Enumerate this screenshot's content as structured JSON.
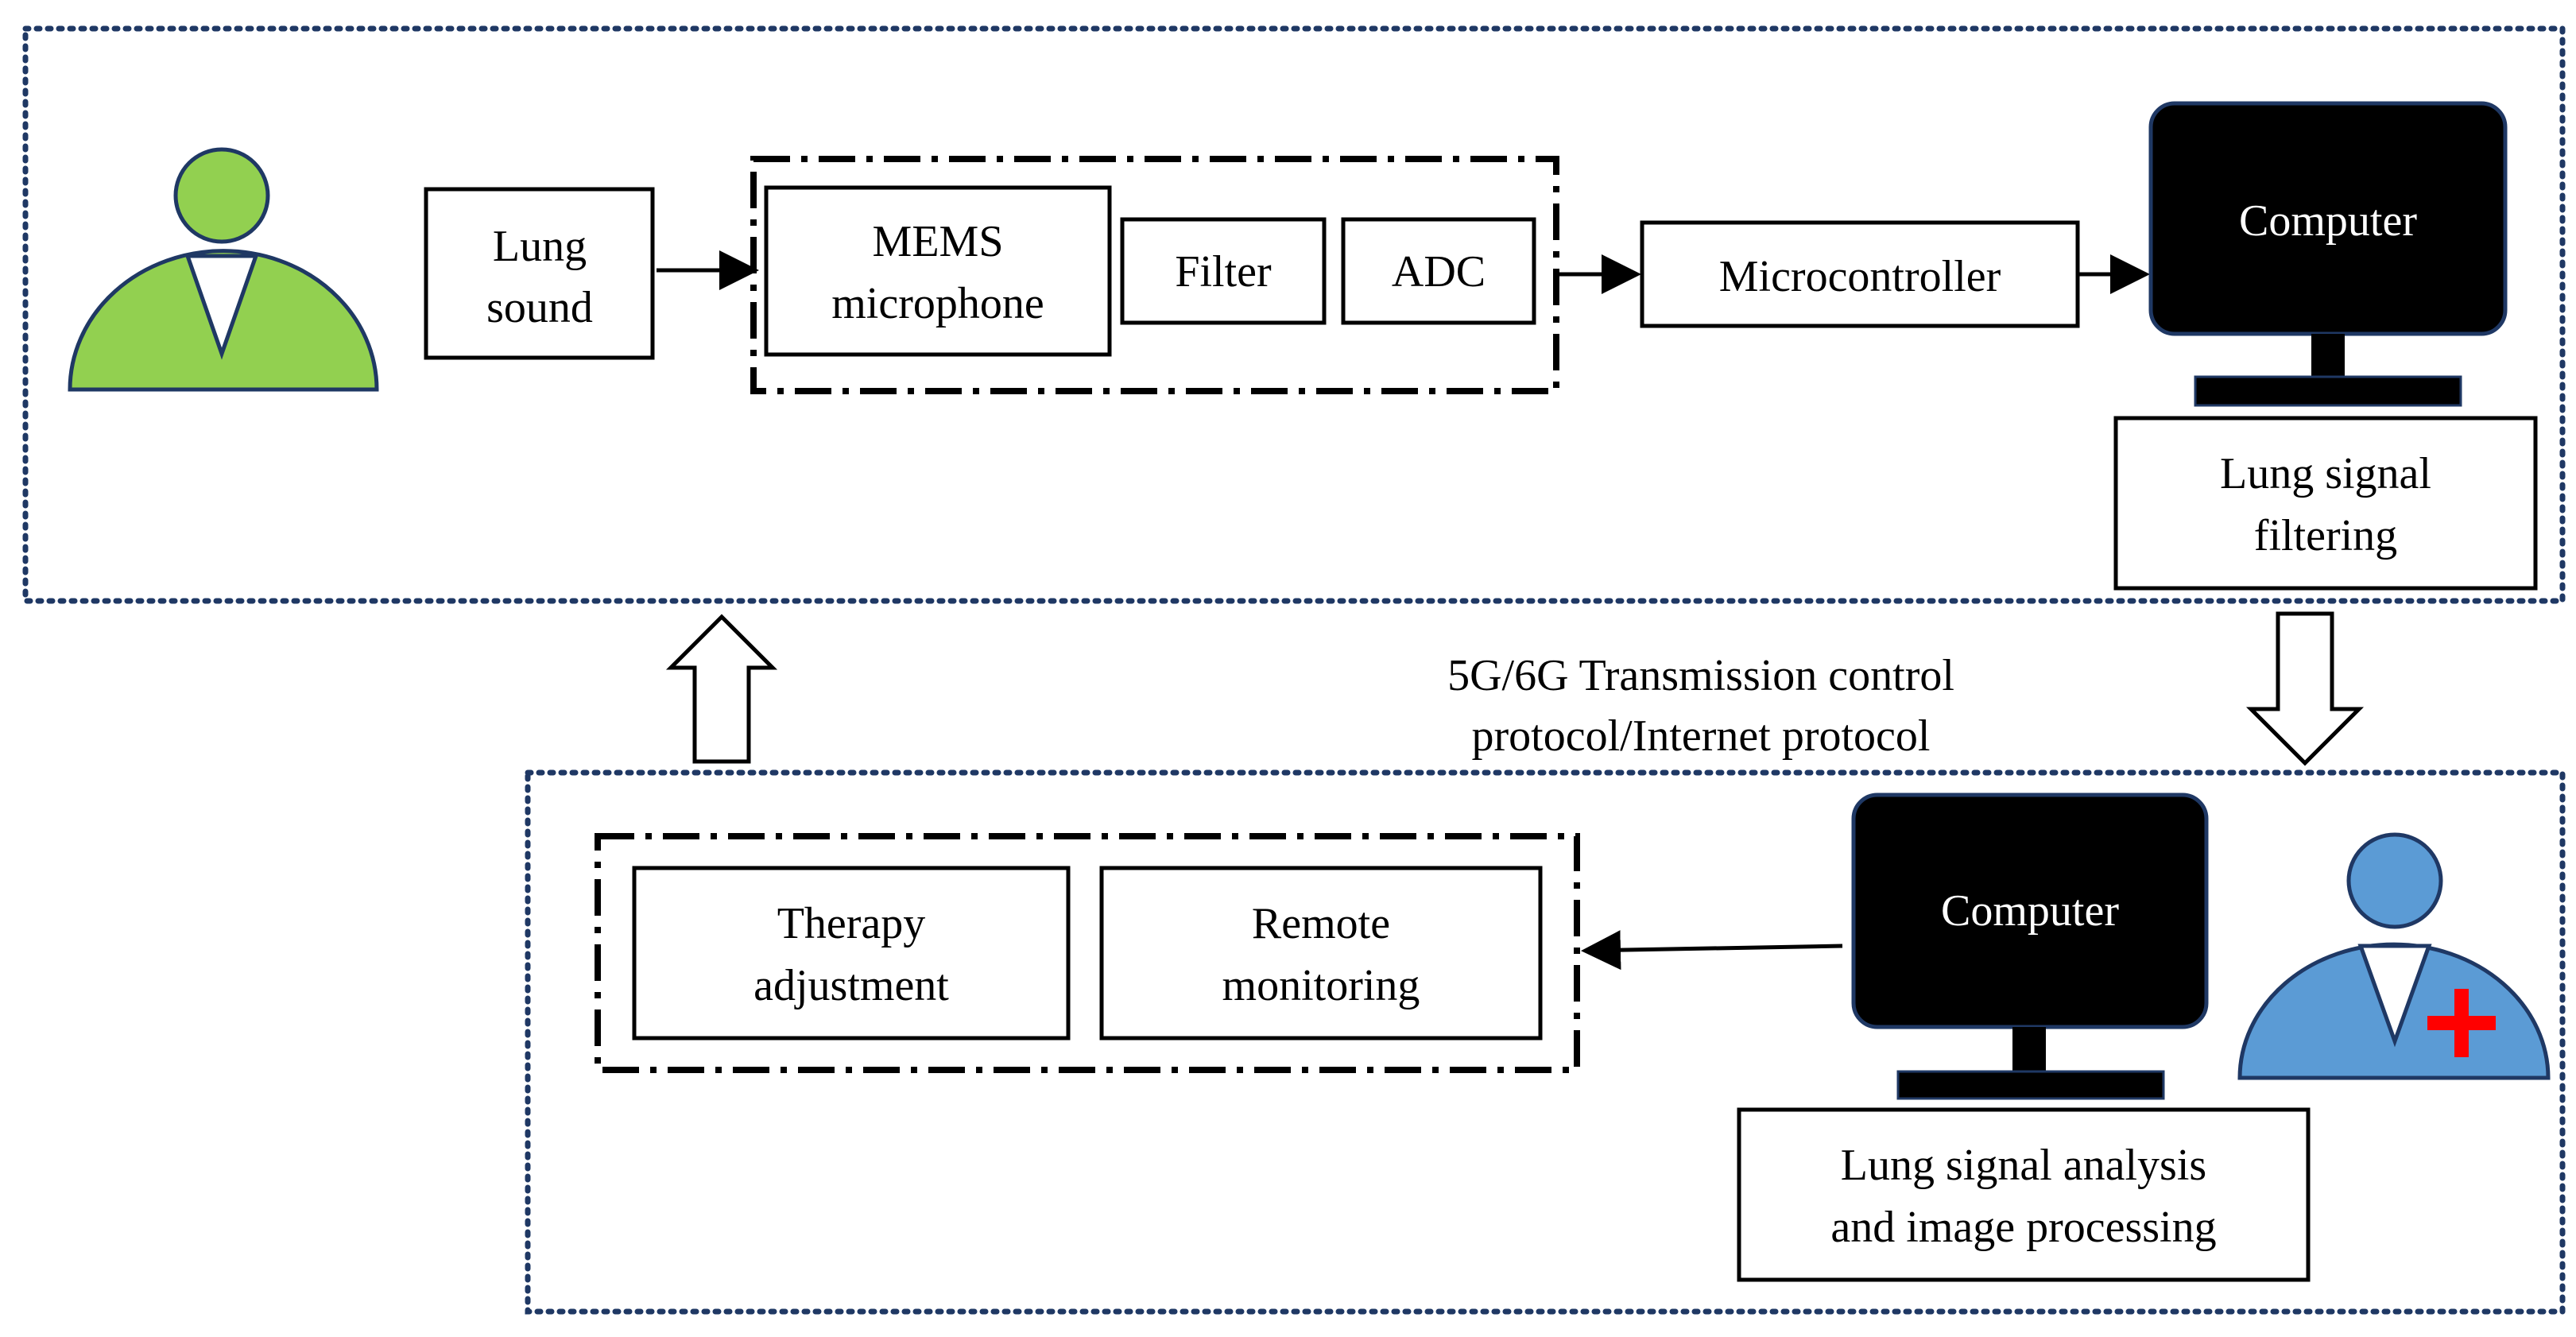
{
  "colors": {
    "patient": "#92d050",
    "doctor": "#5b9bd5",
    "cross": "#ff0000",
    "outline": "#1f3864",
    "frame": "#1f3864"
  },
  "icons": {
    "patient": "patient-person-icon",
    "doctor": "doctor-person-icon",
    "computer": "monitor-icon",
    "transmit_up": "hollow-up-arrow-icon",
    "transmit_down": "hollow-down-arrow-icon"
  },
  "top": {
    "lung_sound": [
      "Lung",
      "sound"
    ],
    "mems": [
      "MEMS",
      "microphone"
    ],
    "filter": "Filter",
    "adc": "ADC",
    "microcontroller": "Microcontroller",
    "computer": "Computer",
    "filtering": [
      "Lung signal",
      "filtering"
    ]
  },
  "network": {
    "label": [
      "5G/6G Transmission control",
      "protocol/Internet protocol"
    ]
  },
  "bottom": {
    "therapy": [
      "Therapy",
      "adjustment"
    ],
    "remote": [
      "Remote",
      "monitoring"
    ],
    "computer": "Computer",
    "analysis": [
      "Lung signal analysis",
      "and image processing"
    ]
  }
}
